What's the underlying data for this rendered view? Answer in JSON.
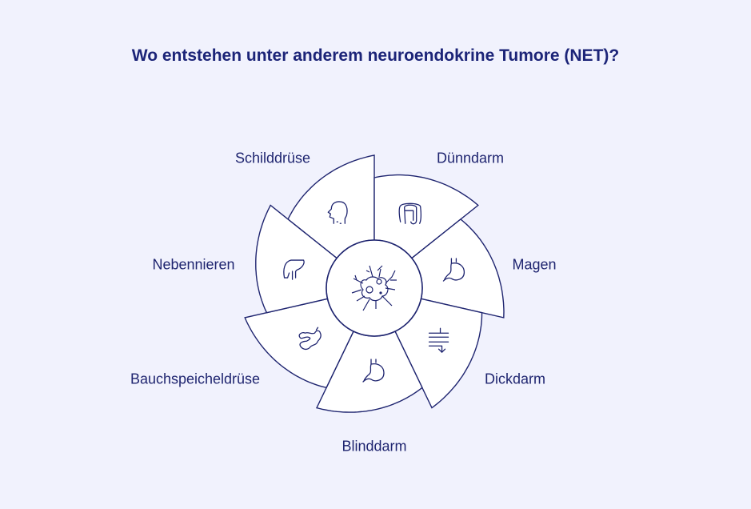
{
  "title": "Wo entstehen unter anderem neuroendokrine Tumore (NET)?",
  "colors": {
    "background": "#f1f2fd",
    "stroke": "#1f2570",
    "fill": "#ffffff"
  },
  "center_icon": "tumor-cell-icon",
  "segments": [
    {
      "label": "Schilddrüse",
      "icon": "head-throat-icon"
    },
    {
      "label": "Dünndarm",
      "icon": "colon-icon"
    },
    {
      "label": "Magen",
      "icon": "stomach-icon"
    },
    {
      "label": "Dickdarm",
      "icon": "intestine-flow-icon"
    },
    {
      "label": "Blinddarm",
      "icon": "stomach-icon"
    },
    {
      "label": "Bauchspeicheldrüse",
      "icon": "pancreas-icon"
    },
    {
      "label": "Nebennieren",
      "icon": "liver-icon"
    }
  ]
}
